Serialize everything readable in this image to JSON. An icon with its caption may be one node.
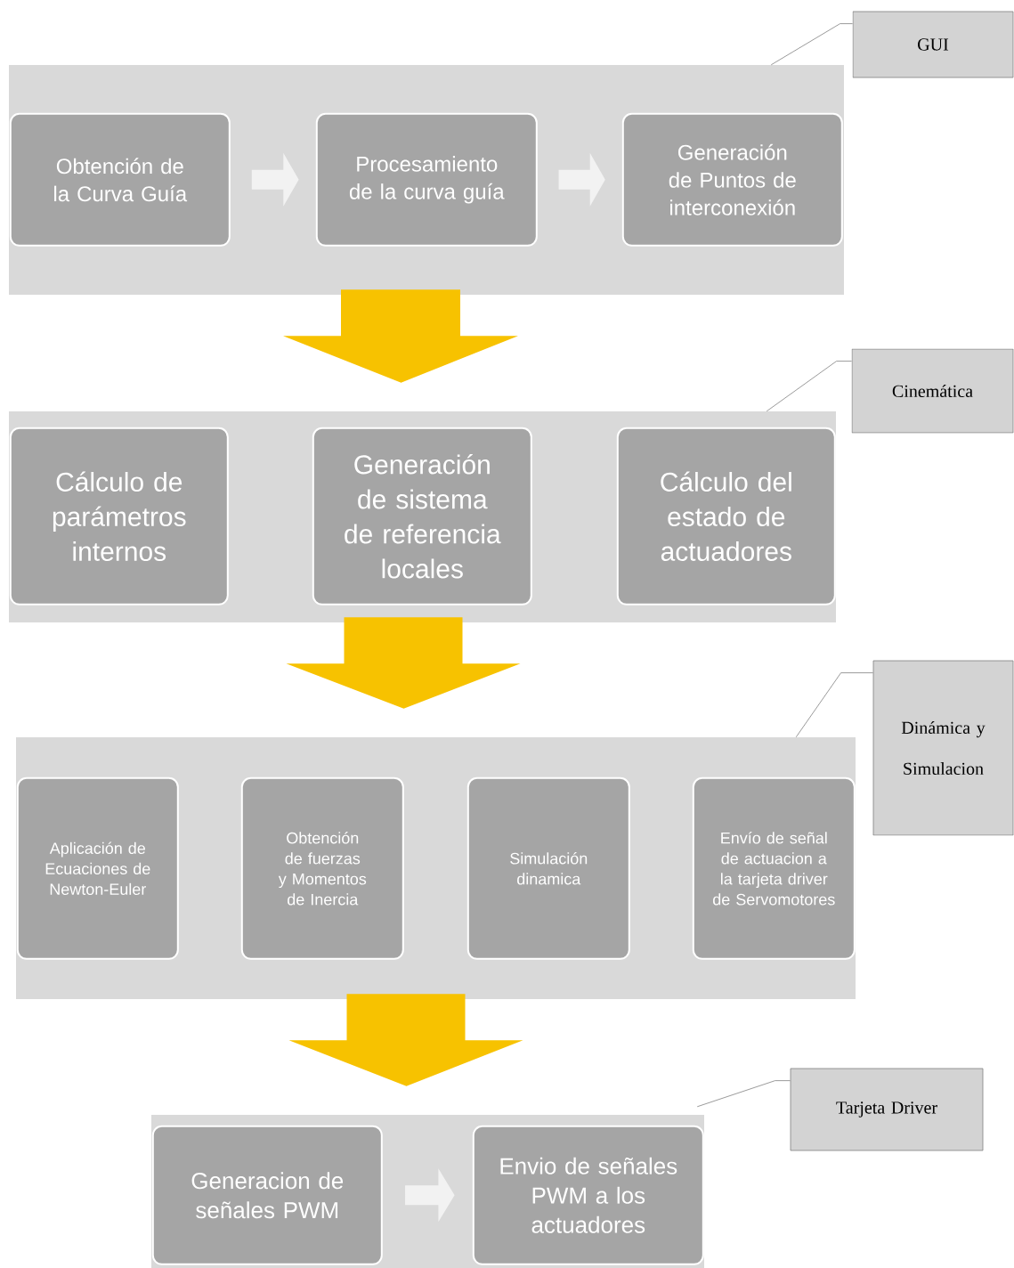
{
  "diagram": {
    "nodes": [
      {
        "text": [],
        "shape": "box"
      },
      {
        "text": [
          "Obtención de la Curva Guía"
        ],
        "in": 0
      },
      {
        "text": [
          "Procesamiento de la curva guía"
        ],
        "in": 0
      },
      {
        "text": [
          "Generación de Puntos de interconexión"
        ],
        "in": 0
      },
      {
        "text": [],
        "shape": "box"
      },
      {
        "text": [
          "Cálculo de parámetros internos"
        ],
        "in": 4
      },
      {
        "text": [
          "Generación de sistema de referencia locales"
        ],
        "in": 4
      },
      {
        "text": [
          "Cálculo del estado de actuadores"
        ],
        "in": 4
      },
      {
        "text": [],
        "shape": "box"
      },
      {
        "text": [
          "Aplicación de Ecuaciones de Newton-Euler"
        ],
        "in": 8
      },
      {
        "text": [
          "Obtención de fuerzas y Momentos de Inercia"
        ],
        "in": 8
      },
      {
        "text": [
          "Simulación dinamica"
        ],
        "in": 8
      },
      {
        "text": [
          "Envío de señal de actuacion a la tarjeta driver de Servomotores"
        ],
        "in": 8
      },
      {
        "text": [],
        "shape": "box"
      },
      {
        "text": [
          "Generacion de señales PWM"
        ],
        "in": 13
      },
      {
        "text": [
          "Envio de señales PWM a los actuadores"
        ],
        "in": 13
      },
      {
        "text": [
          "GUI"
        ]
      },
      {
        "text": [
          "Cinemática"
        ]
      },
      {
        "text": [
          "Dinámica y Simulacion"
        ]
      },
      {
        "text": [
          "Tarjeta Driver"
        ]
      }
    ],
    "edges": [
      {
        "from": 1,
        "to": 2,
        "arrow": "to"
      },
      {
        "from": 2,
        "to": 3,
        "arrow": "to"
      },
      {
        "from": 0,
        "to": 4,
        "arrow": "to",
        "style": "thick",
        "color": "#f7c200"
      },
      {
        "from": 4,
        "to": 8,
        "arrow": "to",
        "style": "thick",
        "color": "#f7c200"
      },
      {
        "from": 8,
        "to": 13,
        "arrow": "to",
        "style": "thick",
        "color": "#f7c200"
      },
      {
        "from": 14,
        "to": 15,
        "arrow": "to"
      },
      {
        "from": 16,
        "to": 0,
        "arrow": "none"
      },
      {
        "from": 17,
        "to": 4,
        "arrow": "none"
      },
      {
        "from": 18,
        "to": 8,
        "arrow": "none"
      },
      {
        "from": 19,
        "to": 13,
        "arrow": "none"
      }
    ]
  }
}
